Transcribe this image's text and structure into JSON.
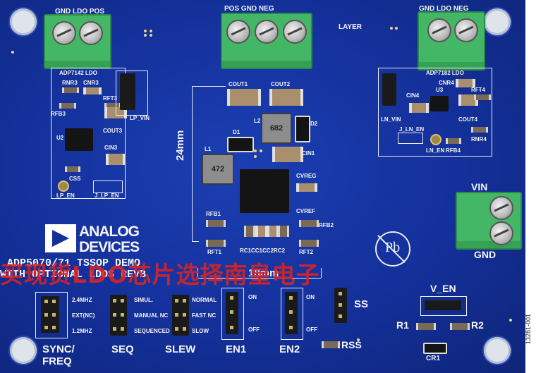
{
  "labels": {
    "top_left_terminal": "GND LDO POS",
    "top_mid_terminal": "POS GND NEG",
    "top_right_terminal": "GND LDO NEG",
    "layer": "LAYER",
    "ldo_left": "ADP7142 LDO",
    "ldo_right": "ADP7182 LDO",
    "rnr3": "RNR3",
    "cnr3": "CNR3",
    "rft3": "RFT3",
    "rfb3": "RFB3",
    "cout3": "COUT3",
    "lp_vin": "LP_VIN",
    "u2": "U2",
    "cin3": "CIN3",
    "css": "CSS",
    "lp_en": "LP_EN",
    "j_lp_en": "J_LP_EN",
    "cout1": "COUT1",
    "cout2": "COUT2",
    "l2": "L2",
    "d2": "D2",
    "d1": "D1",
    "l1": "L1",
    "cin1": "CIN1",
    "cvreg": "CVREG",
    "cvref": "CVREF",
    "rfb1": "RFB1",
    "rfb2": "RFB2",
    "rft1": "RFT1",
    "rft2": "RFT2",
    "rc_row": "RC1CC1CC2RC2",
    "ind1_mark": "472",
    "ind2_mark": "682",
    "dim_24": "24mm",
    "dim_18": "18mm",
    "cnr4": "CNR4",
    "cin4": "CIN4",
    "u3": "U3",
    "rft4": "RFT4",
    "ln_vin": "LN_VIN",
    "cout4": "COUT4",
    "j_ln_en": "J_LN_EN",
    "ln_en": "LN_EN",
    "rfb4": "RFB4",
    "rnr4": "RNR4",
    "vin": "VIN",
    "gnd": "GND",
    "adi_line1": "ANALOG",
    "adi_line2": "DEVICES",
    "board_title1": "ADP5070/71 TSSOP DEMO",
    "board_title2": "WITH OPTIONAL LDOS REVB",
    "watermark": "买现货LDO芯片选择南皇电子",
    "freq_24": "2.4MHZ",
    "freq_ext": "EXT(NC)",
    "freq_12": "1.2MHZ",
    "sync": "SYNC/",
    "freq": "FREQ",
    "simul": "SIMUL.",
    "manual": "MANUAL NC",
    "sequenced": "SEQUENCED",
    "seq": "SEQ",
    "normal": "NORMAL",
    "fast": "FAST NC",
    "slow": "SLOW",
    "slew": "SLEW",
    "on1": "ON",
    "off1": "OFF",
    "en1": "EN1",
    "on2": "ON",
    "off2": "OFF",
    "en2": "EN2",
    "ss": "SS",
    "rss": "RSS",
    "v_en": "V_EN",
    "r1": "R1",
    "r2": "R2",
    "cr1": "CR1",
    "fig_id": "13281-001"
  }
}
